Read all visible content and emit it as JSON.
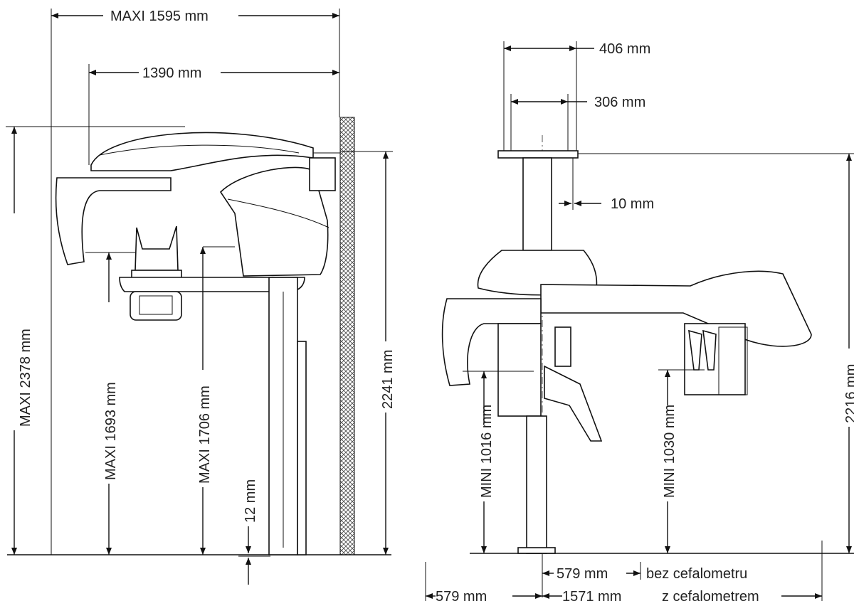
{
  "side_view": {
    "width_maxi": "MAXI 1595 mm",
    "width_1390": "1390 mm",
    "height_maxi_2378": "MAXI 2378 mm",
    "height_maxi_1693": "MAXI 1693 mm",
    "height_maxi_1706": "MAXI 1706 mm",
    "gap_12": "12 mm",
    "height_2241": "2241 mm"
  },
  "front_view": {
    "width_406": "406 mm",
    "width_306": "306 mm",
    "offset_10": "10 mm",
    "height_mini_1016": "MINI 1016 mm",
    "height_mini_1030": "MINI 1030 mm",
    "height_2216": "2216 mm",
    "base_579_a": "579 mm",
    "label_without_ceph": "bez cefalometru",
    "base_579_b": "579 mm",
    "base_1571": "1571 mm",
    "label_with_ceph": "z cefalometrem"
  },
  "colors": {
    "line": "#111111",
    "hatch": "#444444",
    "text": "#222222"
  }
}
